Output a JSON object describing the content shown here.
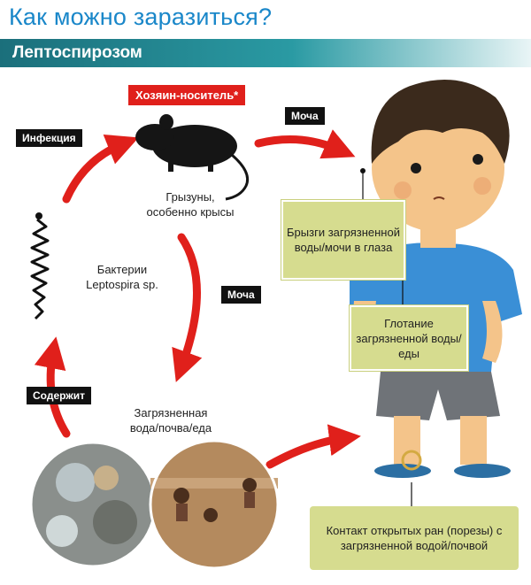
{
  "header": {
    "title": "Как можно заразиться?",
    "subtitle": "Лептоспирозом"
  },
  "cycle": {
    "host_label": "Хозяин-носитель*",
    "host_caption_line1": "Грызуны,",
    "host_caption_line2": "особенно крысы",
    "bacteria_line1": "Бактерии",
    "bacteria_line2": "Leptospira sp.",
    "environment_line1": "Загрязненная",
    "environment_line2": "вода/почва/еда",
    "tags": {
      "infection": "Инфекция",
      "urine_top": "Моча",
      "urine_middle": "Моча",
      "contains": "Содержит"
    }
  },
  "routes": {
    "eyes": "Брызги загрязненной воды/мочи в глаза",
    "swallow": "Глотание загрязненной воды/еды",
    "wounds": "Контакт открытых ран (порезы) с загрязненной водой/почвой"
  },
  "colors": {
    "title": "#1a87c9",
    "banner": "#1b6f7b",
    "arrow": "#e0201b",
    "box": "#d6dc8f",
    "shirt": "#3a8fd6",
    "shorts": "#6f7378",
    "skin": "#f4c48a",
    "hair": "#3b2a1c"
  }
}
